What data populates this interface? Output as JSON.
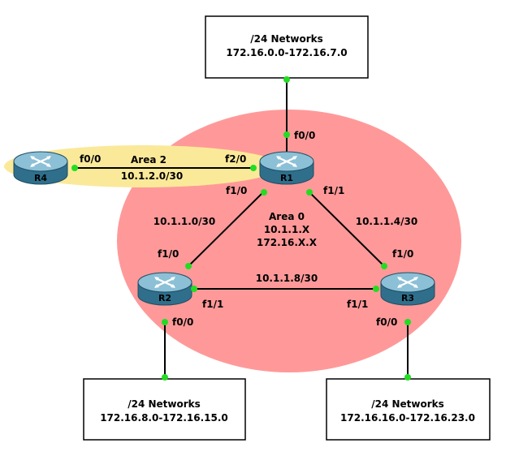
{
  "areas": {
    "area0": {
      "title": "Area 0",
      "line2": "10.1.1.X",
      "line3": "172.16.X.X",
      "color": "#ff9999"
    },
    "area2": {
      "title": "Area 2",
      "color": "#fbe99a"
    }
  },
  "routers": {
    "r1": {
      "name": "R1"
    },
    "r2": {
      "name": "R2"
    },
    "r3": {
      "name": "R3"
    },
    "r4": {
      "name": "R4"
    }
  },
  "networks": {
    "top": {
      "title": "/24 Networks",
      "range": "172.16.0.0-172.16.7.0"
    },
    "bottom_left": {
      "title": "/24 Networks",
      "range": "172.16.8.0-172.16.15.0"
    },
    "bottom_right": {
      "title": "/24 Networks",
      "range": "172.16.16.0-172.16.23.0"
    }
  },
  "links": {
    "r4_r1": {
      "subnet": "10.1.2.0/30",
      "r4_if": "f0/0",
      "r1_if": "f2/0"
    },
    "r1_r2": {
      "subnet": "10.1.1.0/30",
      "r1_if": "f1/0",
      "r2_if": "f1/0"
    },
    "r1_r3": {
      "subnet": "10.1.1.4/30",
      "r1_if": "f1/1",
      "r3_if": "f1/0"
    },
    "r2_r3": {
      "subnet": "10.1.1.8/30",
      "r2_if": "f1/1",
      "r3_if": "f1/1"
    },
    "r1_top": {
      "r1_if": "f0/0"
    },
    "r2_bottom": {
      "r2_if": "f0/0"
    },
    "r3_bottom": {
      "r3_if": "f0/0"
    }
  },
  "colors": {
    "link_dot": "#22dd22",
    "router_body": "#3d7c98",
    "router_top": "#8fc0d4"
  }
}
